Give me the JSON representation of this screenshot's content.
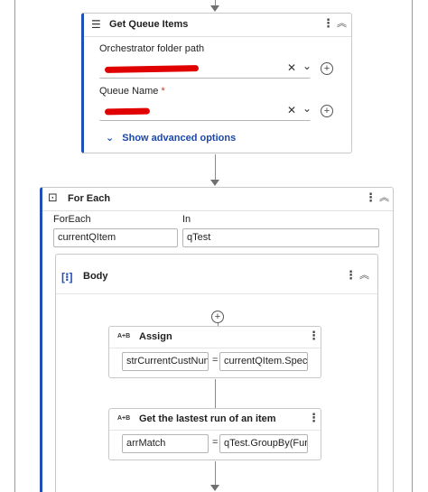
{
  "get_queue_items": {
    "title": "Get Queue Items",
    "icon": "queue-items-icon",
    "folder_label": "Orchestrator folder path",
    "folder_value": "",
    "queue_label": "Queue Name",
    "queue_required_mark": "*",
    "queue_value": "",
    "show_advanced": "Show advanced options",
    "clear_glyph": "✕",
    "dropdown_glyph": "⌄",
    "add_glyph": "+"
  },
  "for_each": {
    "title": "For Each",
    "foreach_label": "ForEach",
    "foreach_value": "currentQItem",
    "in_label": "In",
    "in_value": "qTest"
  },
  "body": {
    "title": "Body",
    "add_glyph": "+"
  },
  "assign": {
    "badge": "A+B",
    "title": "Assign",
    "to": "strCurrentCustNun",
    "eq": "=",
    "value": "currentQItem.Spec"
  },
  "get_last_run": {
    "badge": "A+B",
    "title": "Get the lastest run of an item",
    "to": "arrMatch",
    "eq": "=",
    "value": "qTest.GroupBy(Fur"
  },
  "common": {
    "kebab": "⋮",
    "collapse": "︽"
  },
  "colors": {
    "accent": "#1f4fb8",
    "link": "#1a47a8",
    "redaction": "#e00000",
    "border": "#c9c9c9"
  }
}
